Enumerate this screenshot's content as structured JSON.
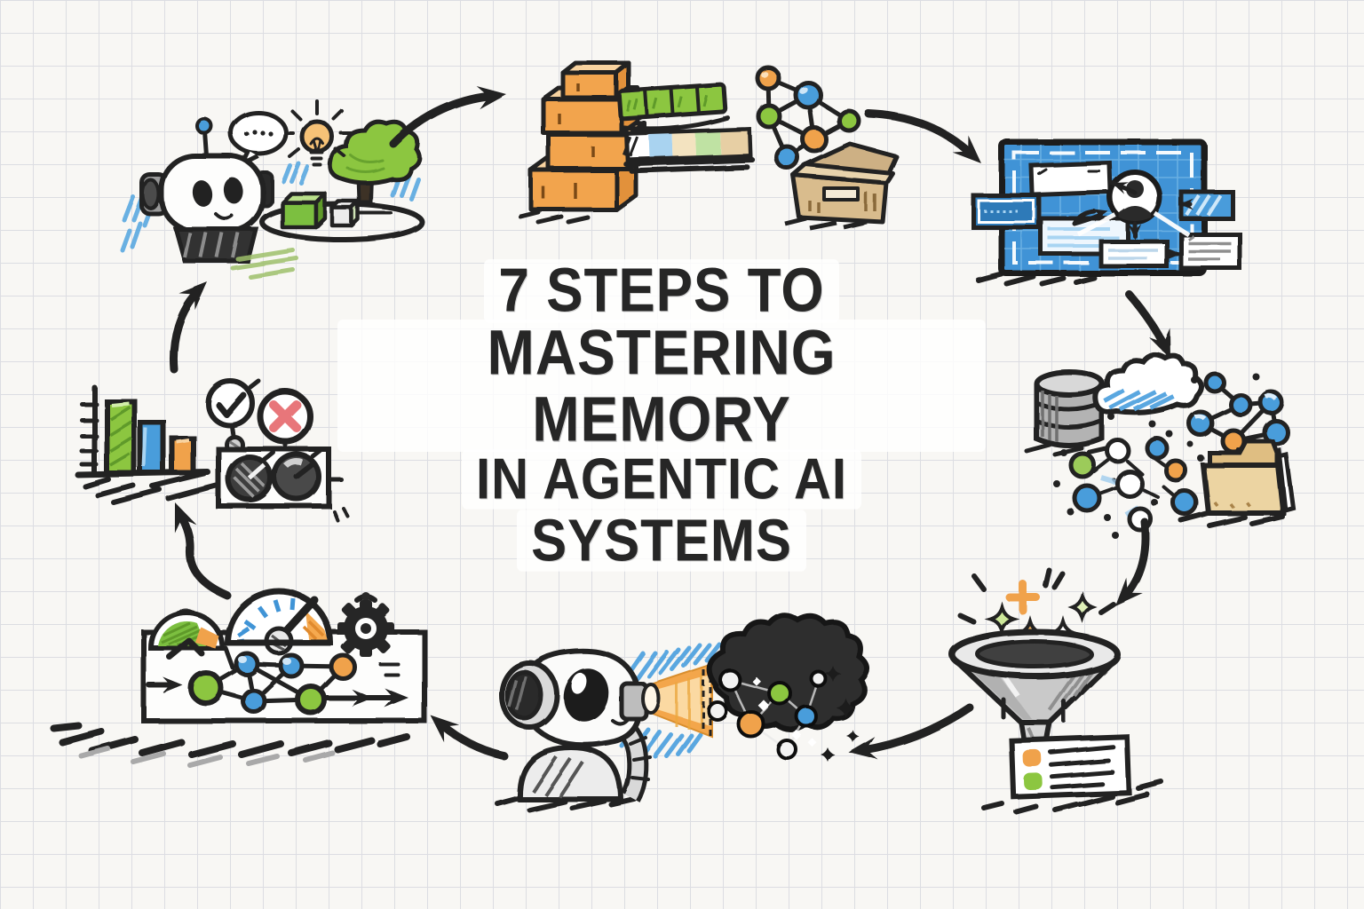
{
  "title": {
    "lines": [
      "7 STEPS TO",
      "MASTERING MEMORY",
      "IN AGENTIC AI",
      "SYSTEMS"
    ]
  },
  "diagram": {
    "style": "hand-drawn doodle infographic on graph paper",
    "flow": "clockwise cycle of sketched illustrations connected by arrows",
    "arrow_count": 8,
    "steps": [
      {
        "id": 1,
        "name": "robot-with-ideas",
        "icons": [
          "robot-icon",
          "speech-bubble-icon",
          "lightbulb-icon",
          "tree-icon",
          "cube-icons",
          "tray-ellipse-icon"
        ]
      },
      {
        "id": 2,
        "name": "memory-blocks",
        "icons": [
          "stacked-blocks-icon",
          "green-segmented-bar-icon",
          "multicolor-segmented-bar-icon",
          "network-graph-icon",
          "storage-box-icon"
        ]
      },
      {
        "id": 3,
        "name": "blueprint-architecture",
        "icons": [
          "blueprint-panel-icon",
          "user-avatar-icon",
          "flow-box-icons",
          "connector-arrow-icons"
        ]
      },
      {
        "id": 4,
        "name": "storage-cluster",
        "icons": [
          "database-icon",
          "cloud-icon",
          "knowledge-graph-icon",
          "embedding-dots-icon",
          "folder-icon"
        ]
      },
      {
        "id": 5,
        "name": "filtering-funnel",
        "icons": [
          "funnel-icon",
          "sparkle-icons",
          "note-card-icon"
        ]
      },
      {
        "id": 6,
        "name": "memory-searchlight",
        "icons": [
          "periscope-robot-icon",
          "flashlight-beam-icon",
          "dark-memory-cloud-icon",
          "star-icons"
        ]
      },
      {
        "id": 7,
        "name": "monitoring-dashboard",
        "icons": [
          "small-gauge-icon",
          "speedometer-icon",
          "gear-icon",
          "flow-network-icon",
          "dashboard-panel-icon"
        ]
      },
      {
        "id": 8,
        "name": "evaluation",
        "icons": [
          "bar-chart-icon",
          "checkmark-circle-icon",
          "cross-circle-icon",
          "knob-panel-icon"
        ]
      }
    ]
  },
  "palette": {
    "paper": "#f8f7f4",
    "grid_line": "#dcdde2",
    "ink": "#222222",
    "orange": "#f0a24c",
    "orange_light": "#f8d3a0",
    "green": "#8cc63f",
    "blue": "#4a9ddb",
    "blue_scribble": "#5aa7e0",
    "blueprint_blue": "#4093d6",
    "tan_folder": "#e6cb96",
    "cardboard": "#d9bc8d",
    "gray_metal": "#c9c9c9",
    "red_cross": "#e8767a",
    "title_text": "#262626"
  }
}
